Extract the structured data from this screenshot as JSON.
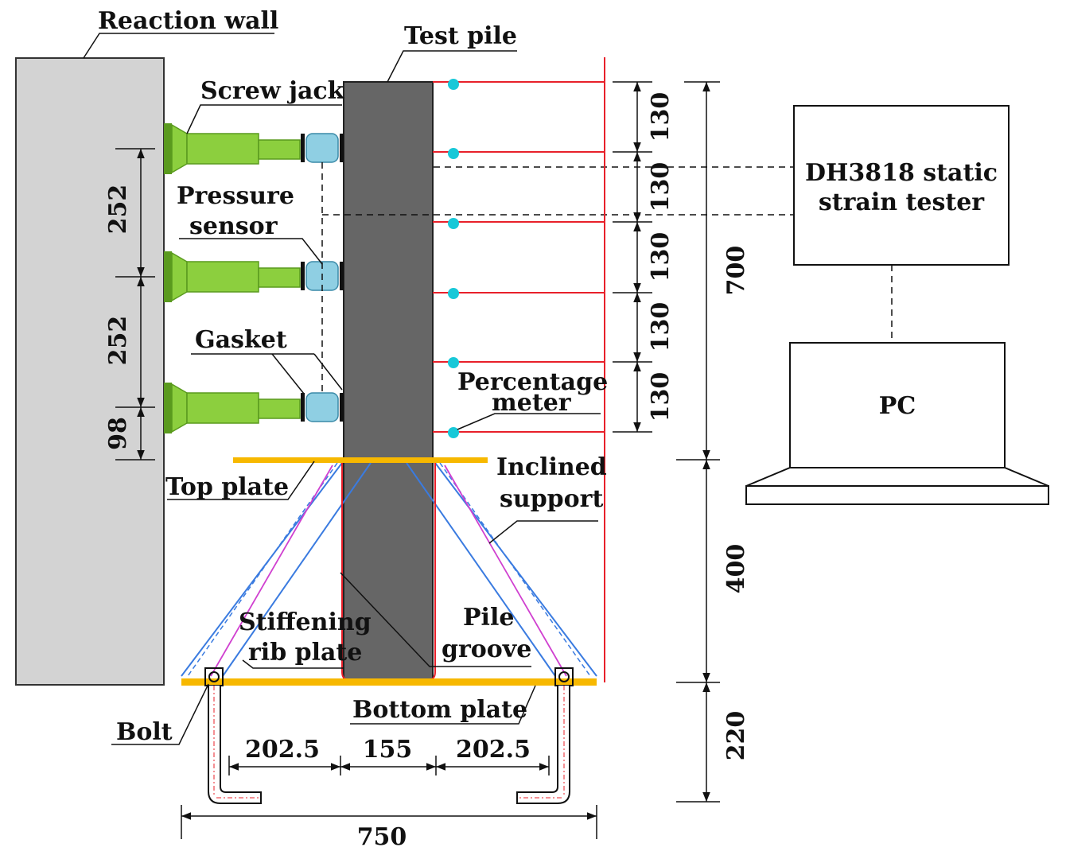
{
  "labels": {
    "reaction_wall": "Reaction wall",
    "test_pile": "Test pile",
    "screw_jack": "Screw jack",
    "pressure_sensor_1": "Pressure",
    "pressure_sensor_2": "sensor",
    "gasket": "Gasket",
    "percentage_meter_1": "Percentage",
    "percentage_meter_2": "meter",
    "top_plate": "Top plate",
    "inclined_support_1": "Inclined",
    "inclined_support_2": "support",
    "stiffening_rib_1": "Stiffening",
    "stiffening_rib_2": "rib plate",
    "pile_groove_1": "Pile",
    "pile_groove_2": "groove",
    "bottom_plate": "Bottom plate",
    "bolt": "Bolt",
    "strain_tester_1": "DH3818 static",
    "strain_tester_2": "strain tester",
    "pc": "PC"
  },
  "dimensions": {
    "jack_spacing_1": "252",
    "jack_spacing_2": "252",
    "jack_to_plate": "98",
    "meter_spacing_1": "130",
    "meter_spacing_2": "130",
    "meter_spacing_3": "130",
    "meter_spacing_4": "130",
    "meter_spacing_5": "130",
    "height_upper": "700",
    "height_middle": "400",
    "height_lower": "220",
    "width_left": "202.5",
    "width_pile": "155",
    "width_right": "202.5",
    "width_total": "750"
  },
  "colors": {
    "wall": "#d3d3d3",
    "pile": "#666666",
    "jack": "#8ccf3e",
    "jack_dark": "#5a9a1e",
    "sensor": "#8fcfe3",
    "plate": "#f7b800",
    "red": "#e8202a",
    "blue": "#3a7be0",
    "magenta": "#d040d0",
    "cyan": "#18c8d8"
  }
}
